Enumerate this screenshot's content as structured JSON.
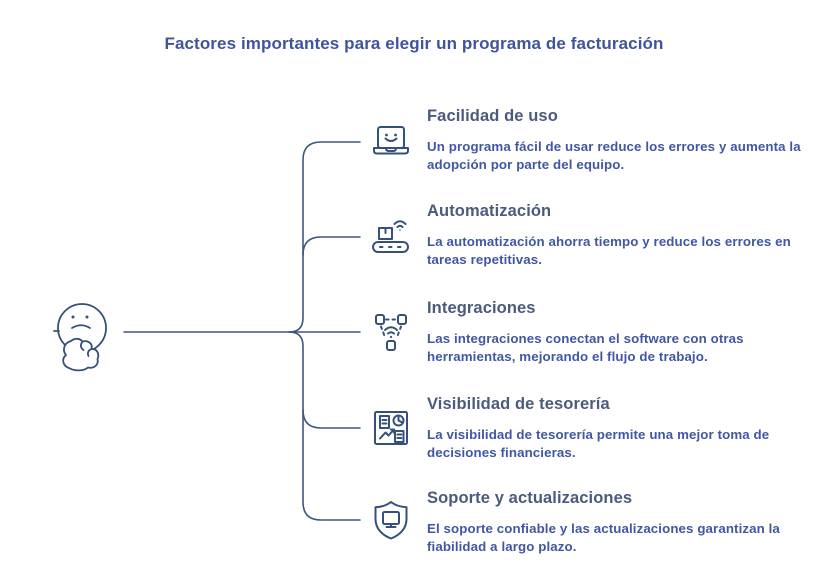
{
  "title": "Factores importantes para elegir un programa de facturación",
  "colors": {
    "title_text": "#3f549c",
    "heading_text": "#4b5b7e",
    "body_text": "#4156a5",
    "line": "#3d5781",
    "icon": "#35507a"
  },
  "central_icon": "thinking-face-icon",
  "items": [
    {
      "icon": "laptop-smile-icon",
      "title": "Facilidad de uso",
      "description": "Un programa fácil de usar reduce los errores y aumenta la adopción por parte del equipo."
    },
    {
      "icon": "conveyor-automation-icon",
      "title": "Automatización",
      "description": "La automatización ahorra tiempo y reduce los errores en tareas repetitivas."
    },
    {
      "icon": "network-integrations-icon",
      "title": "Integraciones",
      "description": "Las integraciones conectan el software con otras herramientas, mejorando el flujo de trabajo."
    },
    {
      "icon": "dashboard-treasury-icon",
      "title": "Visibilidad de tesorería",
      "description": "La visibilidad de tesorería permite una mejor toma de decisiones financieras."
    },
    {
      "icon": "shield-support-icon",
      "title": "Soporte y actualizaciones",
      "description": "El soporte confiable y las actualizaciones garantizan la fiabilidad a largo plazo."
    }
  ]
}
